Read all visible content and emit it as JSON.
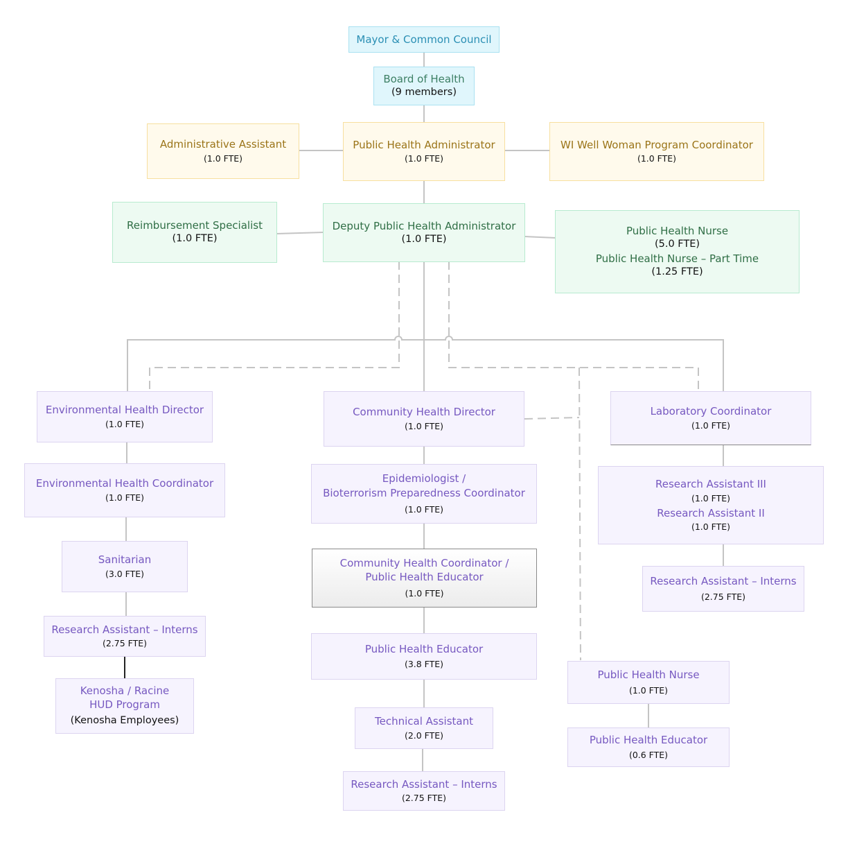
{
  "nodes": {
    "mayor": {
      "title": "Mayor & Common Council"
    },
    "board": {
      "title": "Board of Health",
      "fte": "(9 members)"
    },
    "admin_assistant": {
      "title": "Administrative Assistant",
      "fte": "(1.0 FTE)"
    },
    "pha": {
      "title": "Public Health Administrator",
      "fte": "(1.0 FTE)"
    },
    "wi_well": {
      "title": "WI Well Woman Program Coordinator",
      "fte": "(1.0 FTE)"
    },
    "reimbursement": {
      "title": "Reimbursement Specialist",
      "fte": "(1.0 FTE)"
    },
    "deputy": {
      "title": "Deputy Public Health Administrator",
      "fte": "(1.0 FTE)"
    },
    "phn_group": {
      "title1": "Public Health Nurse",
      "fte1": "(5.0 FTE)",
      "title2": "Public Health Nurse – Part Time",
      "fte2": "(1.25 FTE)"
    },
    "env_director": {
      "title": "Environmental Health Director",
      "fte": "(1.0 FTE)"
    },
    "env_coordinator": {
      "title": "Environmental Health Coordinator",
      "fte": "(1.0 FTE)"
    },
    "sanitarian": {
      "title": "Sanitarian",
      "fte": "(3.0 FTE)"
    },
    "env_interns": {
      "title": "Research Assistant – Interns",
      "fte": "(2.75 FTE)"
    },
    "hud": {
      "title1": "Kenosha / Racine",
      "title2": "HUD Program",
      "note": "(Kenosha Employees)"
    },
    "ch_director": {
      "title": "Community Health Director",
      "fte": "(1.0 FTE)"
    },
    "epidemiologist": {
      "title1": "Epidemiologist /",
      "title2": "Bioterrorism Preparedness Coordinator",
      "fte": "(1.0 FTE)"
    },
    "ch_coordinator": {
      "title1": "Community Health Coordinator /",
      "title2": "Public Health Educator",
      "fte": "(1.0 FTE)"
    },
    "ph_educator": {
      "title": "Public Health Educator",
      "fte": "(3.8 FTE)"
    },
    "tech_assistant": {
      "title": "Technical Assistant",
      "fte": "(2.0 FTE)"
    },
    "ch_interns": {
      "title": "Research Assistant – Interns",
      "fte": "(2.75 FTE)"
    },
    "lab_coordinator": {
      "title": "Laboratory Coordinator",
      "fte": "(1.0 FTE)"
    },
    "research_assistants": {
      "title1": "Research Assistant III",
      "fte1": "(1.0 FTE)",
      "title2": "Research Assistant II",
      "fte2": "(1.0 FTE)"
    },
    "lab_interns": {
      "title": "Research Assistant – Interns",
      "fte": "(2.75 FTE)"
    },
    "phn_single": {
      "title": "Public Health Nurse",
      "fte": "(1.0 FTE)"
    },
    "ph_educator_small": {
      "title": "Public Health Educator",
      "fte": "(0.6 FTE)"
    }
  },
  "colors": {
    "connector_solid": "#c4c4c4",
    "connector_dashed": "#c4c4c4",
    "mayor_accent": "#2b8fb4",
    "admin_accent": "#9a7418",
    "deputy_accent": "#2f6e45",
    "division_accent": "#7658c0"
  }
}
